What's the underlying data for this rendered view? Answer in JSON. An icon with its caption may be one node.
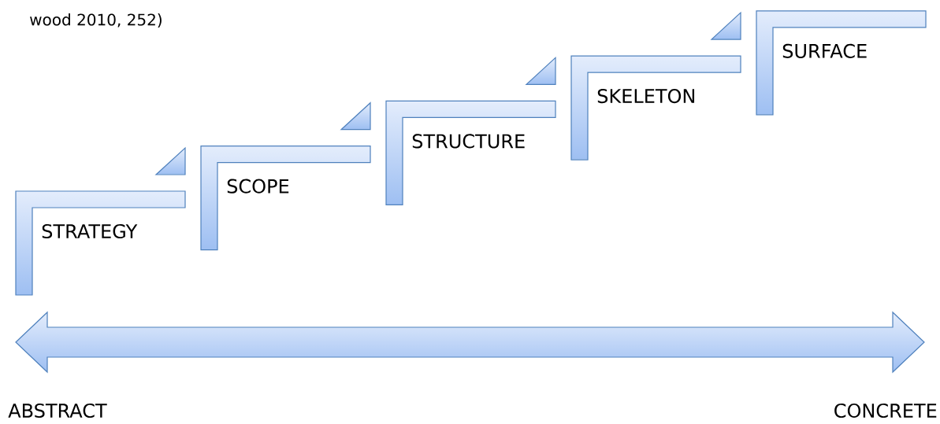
{
  "diagram": {
    "nodes": [
      {
        "text": [
          "STRATEGY"
        ]
      },
      {
        "text": [
          "SCOPE"
        ]
      },
      {
        "text": [
          "STRUCTURE"
        ]
      },
      {
        "text": [
          "SKELETON"
        ]
      },
      {
        "text": [
          "SURFACE"
        ]
      }
    ],
    "labels": [
      "wood 2010, 252)",
      "ABSTRACT",
      "CONCRETE"
    ]
  }
}
